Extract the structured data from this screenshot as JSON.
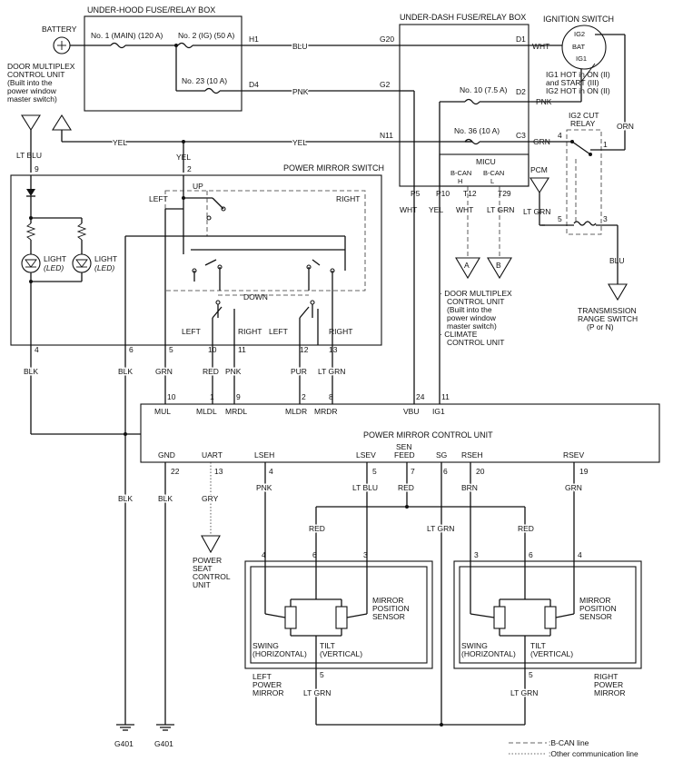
{
  "blocks": {
    "battery": "BATTERY",
    "under_hood_box": "UNDER-HOOD FUSE/RELAY BOX",
    "under_dash_box": "UNDER-DASH FUSE/RELAY BOX",
    "ignition_switch": "IGNITION SWITCH",
    "door_mux_lines": [
      "DOOR MULTIPLEX",
      "CONTROL UNIT",
      "(Built into the",
      "power window",
      "master switch)"
    ],
    "power_mirror_switch": "POWER MIRROR SWITCH",
    "micu": "MICU",
    "ig2_cut_relay": [
      "IG2 CUT",
      "RELAY"
    ],
    "pcm": "PCM",
    "trans_range_switch": [
      "TRANSMISSION",
      "RANGE SWITCH",
      "(P or N)"
    ],
    "power_mirror_control_unit": "POWER MIRROR CONTROL UNIT",
    "power_seat_control_unit": [
      "POWER",
      "SEAT",
      "CONTROL",
      "UNIT"
    ],
    "left_power_mirror": [
      "LEFT",
      "POWER",
      "MIRROR"
    ],
    "right_power_mirror": [
      "RIGHT",
      "POWER",
      "MIRROR"
    ],
    "door_mux_ref_lines": [
      "· DOOR MULTIPLEX",
      "CONTROL UNIT",
      "(Built into the",
      "power window",
      "master switch)",
      "· CLIMATE",
      "CONTROL UNIT"
    ]
  },
  "fuses": {
    "main": "No. 1 (MAIN) (120 A)",
    "ig": "No. 2 (IG) (50 A)",
    "f23": "No. 23 (10 A)",
    "f10": "No. 10 (7.5 A)",
    "f36": "No. 36 (10 A)"
  },
  "terminals": {
    "H1": "H1",
    "D4": "D4",
    "G20": "G20",
    "G2": "G2",
    "N11": "N11",
    "D1": "D1",
    "D2": "D2",
    "C3": "C3",
    "P5": "P5",
    "P10": "P10",
    "T12": "T12",
    "T29": "T29",
    "bcan_h": [
      "B-CAN",
      "H"
    ],
    "bcan_l": [
      "B-CAN",
      "L"
    ],
    "ig2": "IG2",
    "bat": "BAT",
    "ig1": "IG1",
    "ign_notes": [
      "IG1 HOT in ON (II)",
      "and START (III)",
      "IG2 HOT in ON (II)"
    ],
    "relay_pins": [
      "4",
      "1",
      "5",
      "3"
    ],
    "sw_pins": [
      "9",
      "2",
      "4",
      "6",
      "5",
      "10",
      "11",
      "12",
      "13"
    ],
    "sw_labels": {
      "up": "UP",
      "down": "DOWN",
      "left": "LEFT",
      "right": "RIGHT"
    },
    "light1": [
      "LIGHT",
      "(LED)"
    ],
    "light2": [
      "LIGHT",
      "(LED)"
    ],
    "cu_top_pins": [
      "10",
      "1",
      "9",
      "2",
      "8",
      "24",
      "11"
    ],
    "cu_top_names": [
      "MUL",
      "MLDL",
      "MRDL",
      "MLDR",
      "MRDR",
      "VBU",
      "IG1"
    ],
    "cu_bot_names": [
      "GND",
      "UART",
      "LSEH",
      "LSEV",
      "SEN FEED",
      "SG",
      "RSEH",
      "RSEV"
    ],
    "cu_bot_pins": [
      "22",
      "13",
      "4",
      "5",
      "7",
      "6",
      "20",
      "19"
    ],
    "mirror_pins_left": [
      "4",
      "6",
      "3",
      "5"
    ],
    "mirror_pins_right": [
      "3",
      "6",
      "4",
      "5"
    ],
    "swing": [
      "SWING",
      "(HORIZONTAL)"
    ],
    "tilt": [
      "TILT",
      "(VERTICAL)"
    ],
    "pos_sensor": [
      "MIRROR",
      "POSITION",
      "SENSOR"
    ],
    "conn_a": "A",
    "conn_b": "B",
    "ground1": "G401",
    "ground2": "G401"
  },
  "wires": {
    "blu": "BLU",
    "pnk": "PNK",
    "wht": "WHT",
    "yel": "YEL",
    "grn": "GRN",
    "orn": "ORN",
    "lt_blu": "LT BLU",
    "lt_grn": "LT GRN",
    "blk": "BLK",
    "red": "RED",
    "pur": "PUR",
    "gry": "GRY",
    "brn": "BRN"
  },
  "legend": {
    "bcan": ":B-CAN line",
    "other": ":Other communication line"
  }
}
